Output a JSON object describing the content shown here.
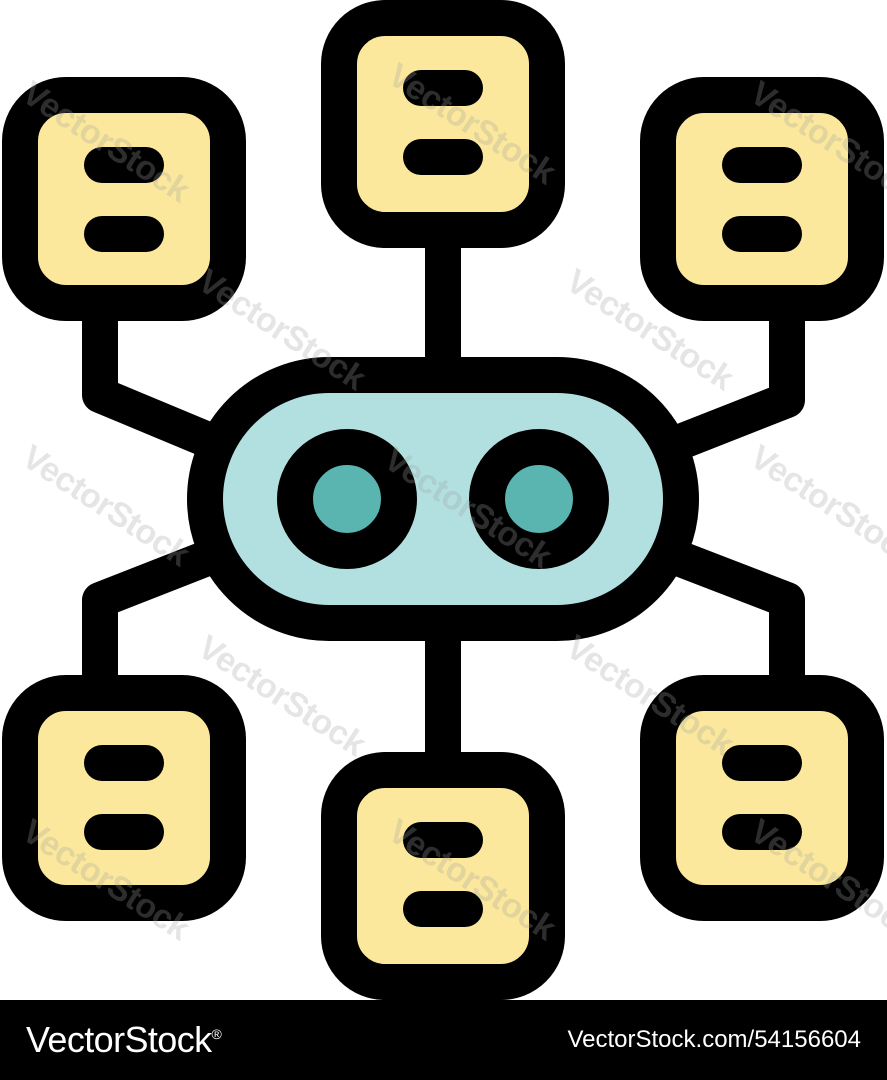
{
  "image": {
    "subject": "network-hub-icon"
  },
  "colors": {
    "background": "#ffffff",
    "outline": "#000000",
    "document_fill": "#fbe89c",
    "hub_fill": "#b2e0e0",
    "eye_fill": "#5ab5b0",
    "footer_background": "#000000",
    "footer_text": "#ffffff"
  },
  "icons": {
    "hub": "robot-hub-icon",
    "node": "document-node-icon",
    "eye": "sensor-eye-icon",
    "connector": "connector-line"
  },
  "nodes": [
    {
      "id": "node-top-left"
    },
    {
      "id": "node-top-center"
    },
    {
      "id": "node-top-right"
    },
    {
      "id": "node-bottom-left"
    },
    {
      "id": "node-bottom-center"
    },
    {
      "id": "node-bottom-right"
    }
  ],
  "watermark": {
    "text": "VectorStock"
  },
  "footer": {
    "brand": "VectorStock",
    "brand_mark": "®",
    "reference": "VectorStock.com/54156604"
  }
}
